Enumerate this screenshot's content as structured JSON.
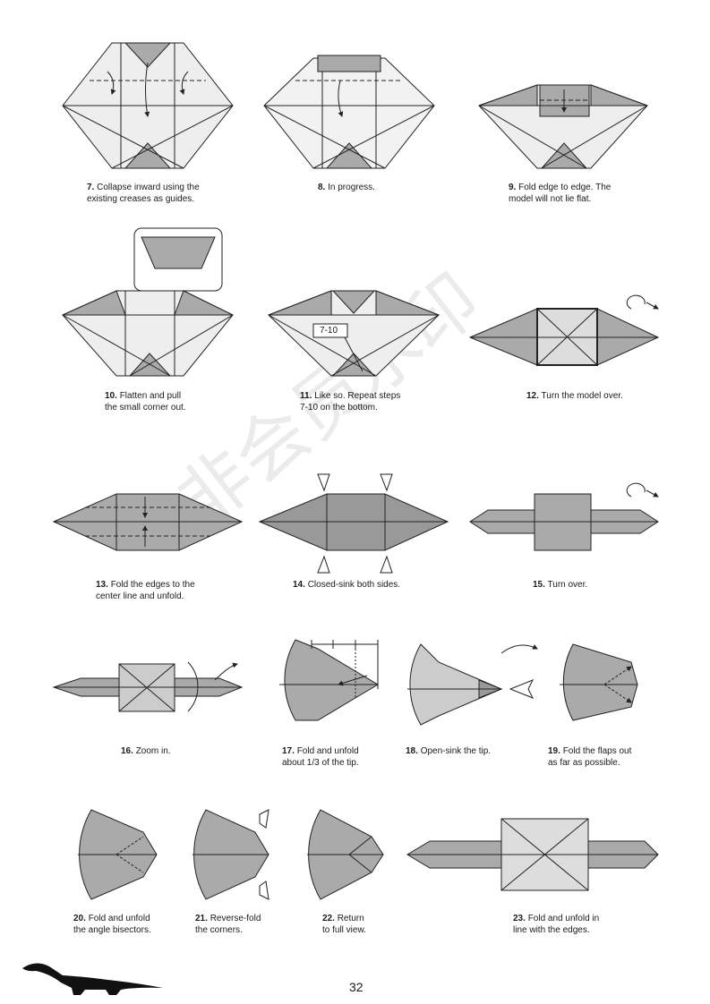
{
  "steps": [
    {
      "num": "7.",
      "text": "Collapse inward using the",
      "text2": "existing creases as guides."
    },
    {
      "num": "8.",
      "text": "In progress."
    },
    {
      "num": "9.",
      "text": "Fold edge to edge. The",
      "text2": "model will not lie flat."
    },
    {
      "num": "10.",
      "text": "Flatten and pull",
      "text2": "the small corner out."
    },
    {
      "num": "11.",
      "text": "Like so. Repeat steps",
      "text2": "7-10 on the bottom."
    },
    {
      "num": "12.",
      "text": "Turn the model over."
    },
    {
      "num": "13.",
      "text": "Fold the edges to the",
      "text2": "center line and unfold."
    },
    {
      "num": "14.",
      "text": "Closed-sink both sides."
    },
    {
      "num": "15.",
      "text": "Turn over."
    },
    {
      "num": "16.",
      "text": "Zoom in."
    },
    {
      "num": "17.",
      "text": "Fold and unfold",
      "text2": "about 1/3 of the tip."
    },
    {
      "num": "18.",
      "text": "Open-sink the tip."
    },
    {
      "num": "19.",
      "text": "Fold the flaps out",
      "text2": "as far as possible."
    },
    {
      "num": "20.",
      "text": "Fold and unfold",
      "text2": "the angle bisectors."
    },
    {
      "num": "21.",
      "text": "Reverse-fold",
      "text2": "the corners."
    },
    {
      "num": "22.",
      "text": "Return",
      "text2": "to full view."
    },
    {
      "num": "23.",
      "text": "Fold and unfold in",
      "text2": "line with the edges."
    }
  ],
  "repeat_label": "7-10",
  "page_number": "32",
  "watermark": "非会员水印",
  "colors": {
    "paper_gray": "#a9a9a9",
    "paper_light": "#ececec",
    "line": "#222222"
  }
}
